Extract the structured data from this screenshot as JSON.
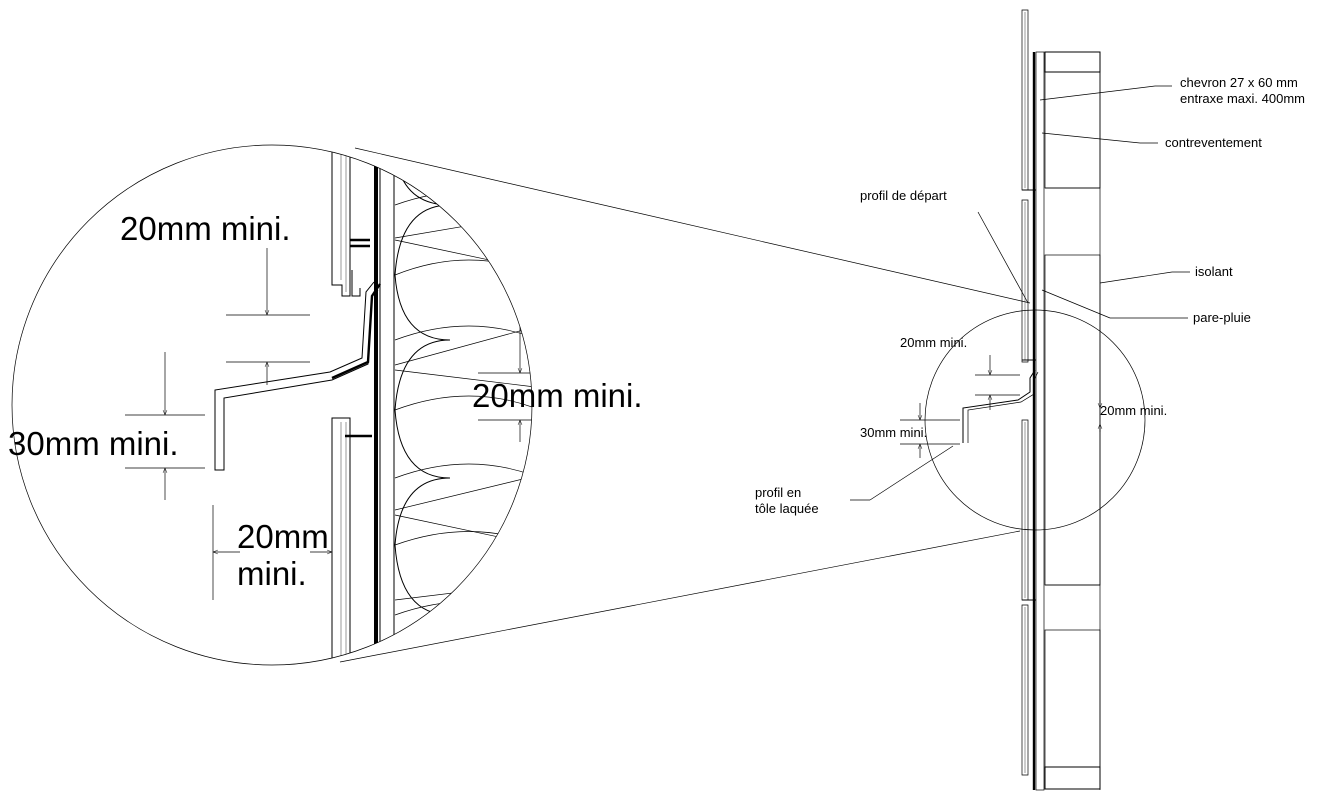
{
  "labels": {
    "chevron": "chevron 27 x 60 mm",
    "entraxe": "entraxe maxi. 400mm",
    "contreventement": "contreventement",
    "profil_depart": "profil de départ",
    "isolant": "isolant",
    "pare_pluie": "pare-pluie",
    "profil_tole_1": "profil en",
    "profil_tole_2": "tôle laquée"
  },
  "dimensions": {
    "small_20_top": "20mm mini.",
    "small_30": "30mm mini.",
    "small_20_right": "20mm mini.",
    "big_20_top": "20mm mini.",
    "big_30": "30mm mini.",
    "big_20_right": "20mm mini.",
    "big_20_bottom_1": "20mm",
    "big_20_bottom_2": "mini."
  },
  "colors": {
    "line": "#000000",
    "background": "#ffffff"
  }
}
